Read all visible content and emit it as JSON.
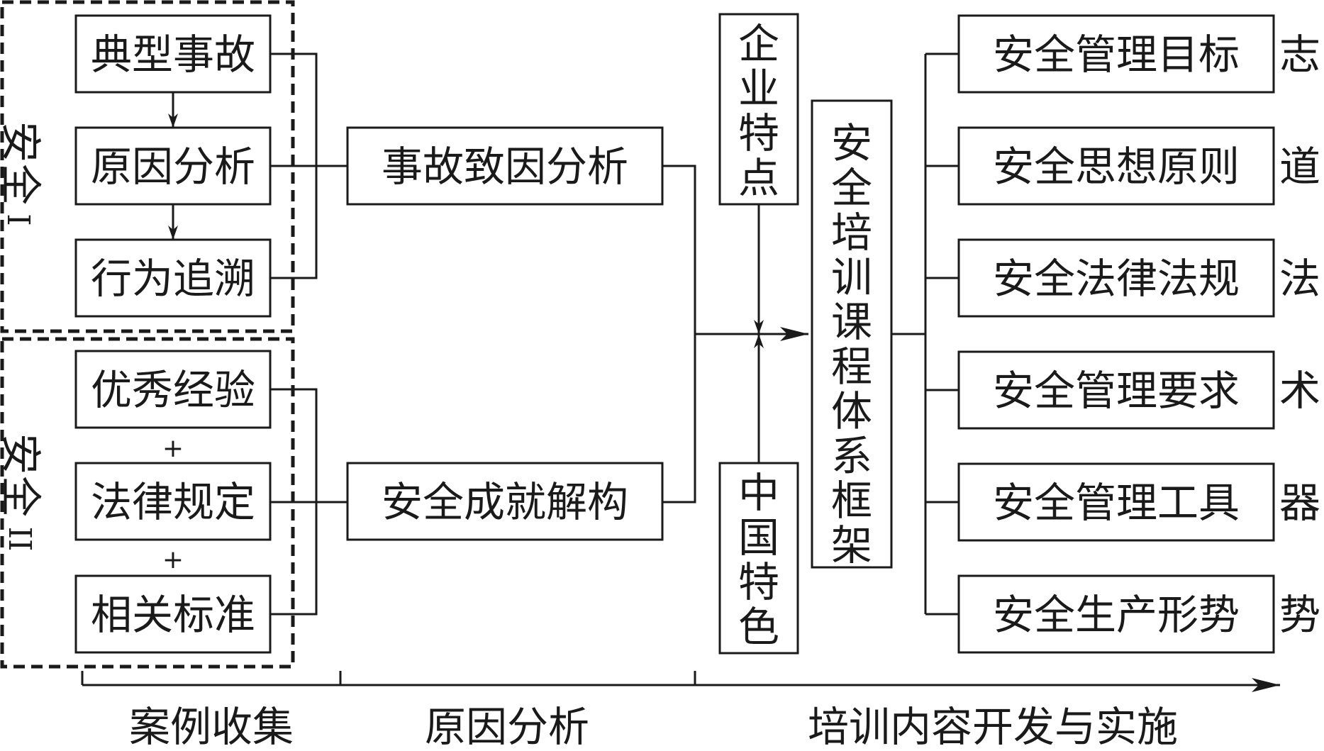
{
  "group_1": {
    "label_top": "安全",
    "label_num": "I",
    "items": [
      "典型事故",
      "原因分析",
      "行为追溯"
    ]
  },
  "group_2": {
    "label_top": "安全",
    "label_num": "II",
    "items": [
      "优秀经验",
      "法律规定",
      "相关标准"
    ],
    "plus": "+"
  },
  "analysis": [
    "事故致因分析",
    "安全成就解构"
  ],
  "enterprise_feature": "企业特点",
  "chinese_feature": "中国特色",
  "framework": "安全培训课程体系框架",
  "outputs": [
    {
      "box": "安全管理目标",
      "tag": "志"
    },
    {
      "box": "安全思想原则",
      "tag": "道"
    },
    {
      "box": "安全法律法规",
      "tag": "法"
    },
    {
      "box": "安全管理要求",
      "tag": "术"
    },
    {
      "box": "安全管理工具",
      "tag": "器"
    },
    {
      "box": "安全生产形势",
      "tag": "势"
    }
  ],
  "stages": [
    "案例收集",
    "原因分析",
    "培训内容开发与实施"
  ]
}
